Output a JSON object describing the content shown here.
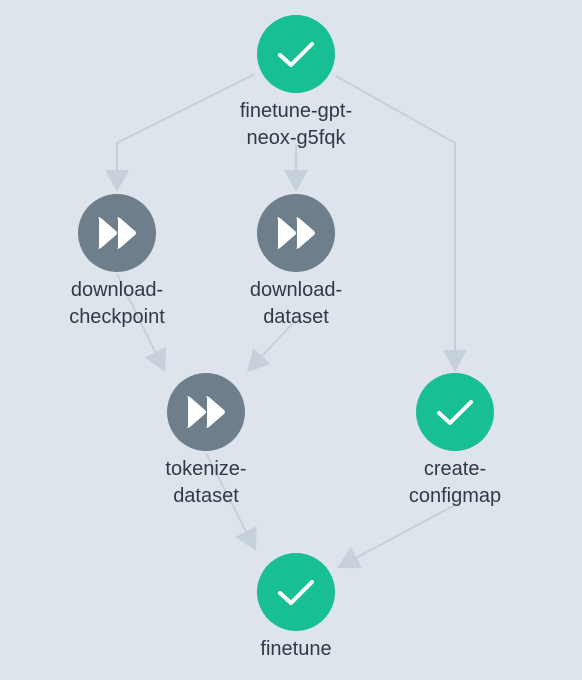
{
  "colors": {
    "background": "#dde4ec",
    "success": "#18be94",
    "skipped": "#6e7f8b",
    "edge": "#c6d1db",
    "label": "#2f3a46"
  },
  "nodes": [
    {
      "id": "root",
      "status": "success",
      "icon": "check-icon",
      "label_lines": [
        "finetune-gpt-",
        "neox-g5fqk"
      ]
    },
    {
      "id": "download-checkpoint",
      "status": "skipped",
      "icon": "fast-forward-icon",
      "label_lines": [
        "download-",
        "checkpoint"
      ]
    },
    {
      "id": "download-dataset",
      "status": "skipped",
      "icon": "fast-forward-icon",
      "label_lines": [
        "download-",
        "dataset"
      ]
    },
    {
      "id": "tokenize-dataset",
      "status": "skipped",
      "icon": "fast-forward-icon",
      "label_lines": [
        "tokenize-",
        "dataset"
      ]
    },
    {
      "id": "create-configmap",
      "status": "success",
      "icon": "check-icon",
      "label_lines": [
        "create-",
        "configmap"
      ]
    },
    {
      "id": "finetune",
      "status": "success",
      "icon": "check-icon",
      "label_lines": [
        "finetune"
      ]
    }
  ],
  "edges": [
    {
      "from": "root",
      "to": "download-checkpoint"
    },
    {
      "from": "root",
      "to": "download-dataset"
    },
    {
      "from": "root",
      "to": "create-configmap"
    },
    {
      "from": "download-checkpoint",
      "to": "tokenize-dataset"
    },
    {
      "from": "download-dataset",
      "to": "tokenize-dataset"
    },
    {
      "from": "tokenize-dataset",
      "to": "finetune"
    },
    {
      "from": "create-configmap",
      "to": "finetune"
    }
  ]
}
